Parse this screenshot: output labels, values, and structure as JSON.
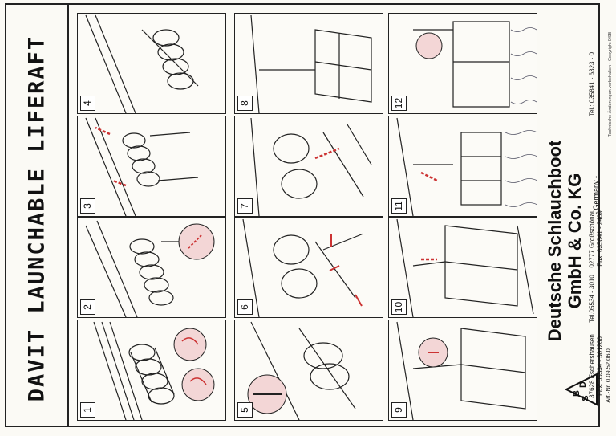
{
  "title": "DAVIT LAUNCHABLE LIFERAFT",
  "steps": [
    "1",
    "2",
    "3",
    "4",
    "5",
    "6",
    "7",
    "8",
    "9",
    "10",
    "11",
    "12"
  ],
  "company": {
    "name_line1": "Deutsche Schlauchboot",
    "name_line2": "GmbH & Co. KG",
    "address_1": "37628 Eschershausen",
    "phone_1": "Tel.05534 - 3010",
    "fax_1": "Fax: 05534 - 301200",
    "address_2": "02777 Großschönau",
    "fax_2": "Fax: 035841 - 2409",
    "phone_2": "Tel.: 035841 - 6323 - 0",
    "country": "- Germany -",
    "copyright": "Technische Änderungen vorbehalten • Copyright DSB",
    "article_number": "Art.-Nr. 0.09.52.06.0"
  },
  "logo_letters": [
    "D",
    "S",
    "B"
  ]
}
